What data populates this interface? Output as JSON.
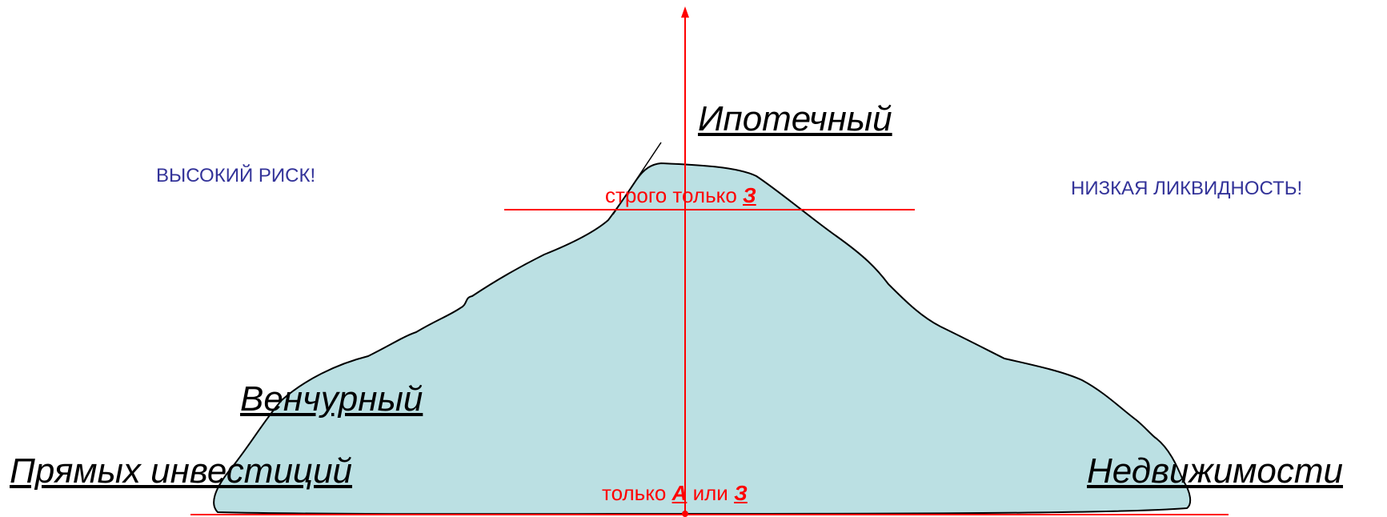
{
  "labels": {
    "top_fund": "Ипотечный",
    "left_fund_upper": "Венчурный",
    "left_fund_lower": "Прямых инвестиций",
    "right_fund": "Недвижимости",
    "left_note": "ВЫСОКИЙ РИСК!",
    "right_note": "НИЗКАЯ ЛИКВИДНОСТЬ!"
  },
  "top_rule": {
    "prefix": "строго только",
    "letter": "З"
  },
  "bottom_rule": {
    "prefix": "только",
    "letter_a": "А",
    "connector": "или",
    "letter_b": "З"
  },
  "colors": {
    "mountain_fill": "#bbe0e3",
    "outline": "#000000",
    "axis": "#ff0000",
    "note_text": "#333399",
    "fund_text": "#000000"
  }
}
